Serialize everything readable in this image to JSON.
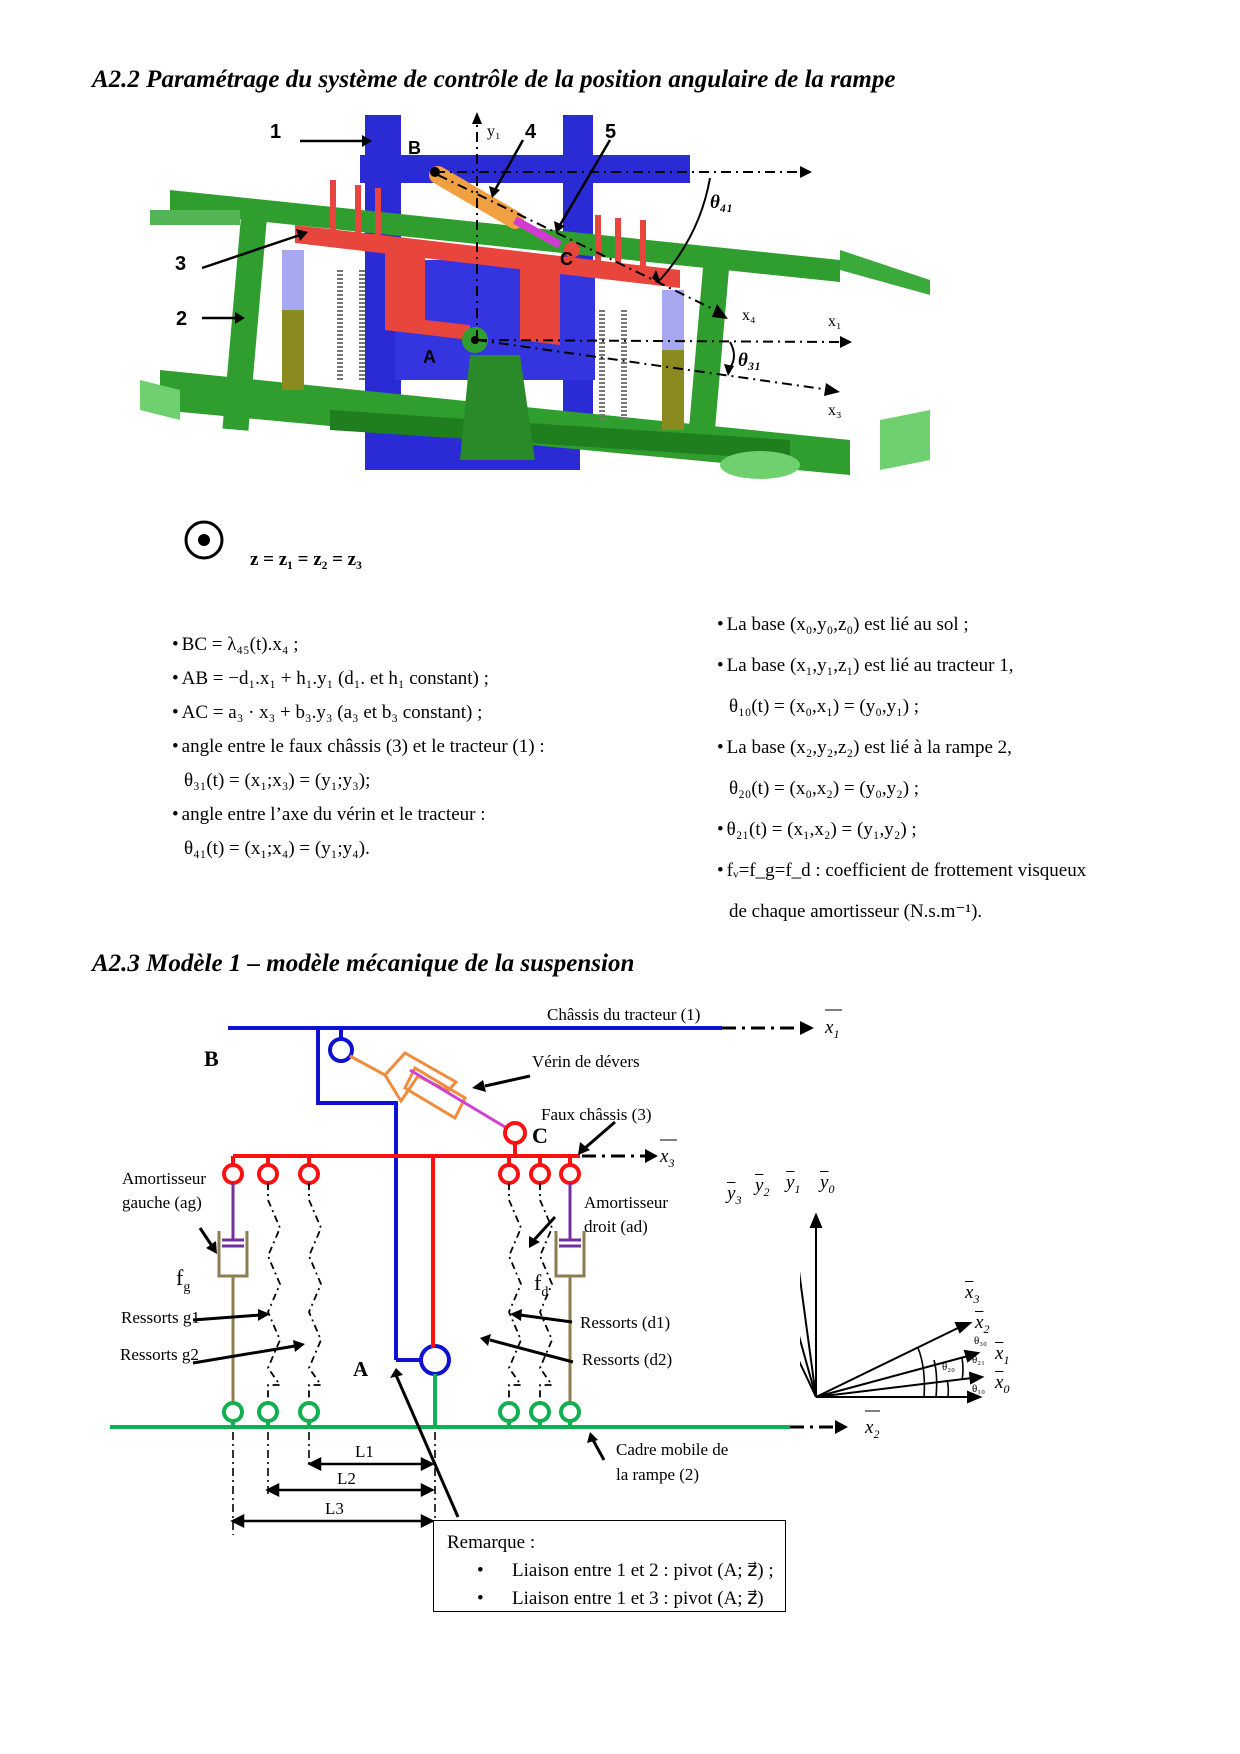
{
  "section_a22": {
    "title": "A2.2 Paramétrage du système de contrôle de la position angulaire de la rampe",
    "figure": {
      "part_labels": [
        "1",
        "2",
        "3",
        "4",
        "5"
      ],
      "point_labels": {
        "A": "A",
        "B": "B",
        "C": "C"
      },
      "axis_labels": {
        "y1": "y₁",
        "x1": "x₁",
        "x3": "x₃",
        "x4": "x₄"
      },
      "angle_labels": {
        "theta41": "θ₄₁",
        "theta31": "θ₃₁"
      },
      "z_equation": "z = z₁ = z₂ = z₃",
      "z_symbol": "out-of-plane-axis-icon",
      "colors": {
        "tractor": "#2b2bd6",
        "frame": "#e8453c",
        "ramp": "#2f9e2f",
        "cylinder": "#f0a040",
        "rod": "#d23bd2",
        "shock_top": "#a8a8f0",
        "shock_bottom": "#8a8a20"
      }
    },
    "left_list": [
      {
        "text": "BC = λ₄₅(t).x₄ ;"
      },
      {
        "text": "AB = −d₁.x₁ + h₁.y₁  (d₁. et h₁ constant) ;"
      },
      {
        "text": "AC = a₃ · x₃ + b₃.y₃  (a₃ et b₃ constant) ;"
      },
      {
        "text": "angle entre le faux châssis (3) et le tracteur (1) :"
      },
      {
        "text": "θ₃₁(t) = (x₁;x₃) = (y₁;y₃);",
        "indent": true
      },
      {
        "text": "angle entre l’axe du vérin et le tracteur :"
      },
      {
        "text": "θ₄₁(t) = (x₁;x₄) = (y₁;y₄).",
        "indent": true
      }
    ],
    "right_list": [
      {
        "text": "La base (x₀,y₀,z₀) est lié au sol ;"
      },
      {
        "text": "La base (x₁,y₁,z₁) est lié au tracteur 1,"
      },
      {
        "text": "θ₁₀(t) = (x₀,x₁) = (y₀,y₁) ;",
        "indent": true
      },
      {
        "text": "La base (x₂,y₂,z₂) est lié à la rampe 2,"
      },
      {
        "text": "θ₂₀(t) = (x₀,x₂) = (y₀,y₂) ;",
        "indent": true
      },
      {
        "text": "θ₂₁(t) = (x₁,x₂) = (y₁,y₂) ;"
      },
      {
        "text": "fᵥ=f_g=f_d : coefficient de frottement visqueux"
      },
      {
        "text": "de chaque amortisseur (N.s.m⁻¹).",
        "indent": true
      }
    ]
  },
  "section_a23": {
    "title": "A2.3 Modèle 1 – modèle mécanique de la suspension",
    "diagram": {
      "labels": {
        "chassis": "Châssis du tracteur (1)",
        "verin": "Vérin de dévers",
        "faux_chassis": "Faux châssis (3)",
        "amort_gauche_1": "Amortisseur",
        "amort_gauche_2": "gauche (ag)",
        "amort_droit_1": "Amortisseur",
        "amort_droit_2": "droit (ad)",
        "fg": "f",
        "fg_sub": "g",
        "fd": "f",
        "fd_sub": "d",
        "ressorts_g1": "Ressorts g1",
        "ressorts_g2": "Ressorts g2",
        "ressorts_d1": "Ressorts (d1)",
        "ressorts_d2": "Ressorts (d2)",
        "cadre_1": "Cadre mobile de",
        "cadre_2": "la rampe (2)",
        "B": "B",
        "C": "C",
        "A": "A",
        "x1": "x",
        "x1_sub": "1",
        "x3": "x",
        "x3_sub": "3",
        "x2": "x",
        "x2_sub": "2",
        "L1": "L1",
        "L2": "L2",
        "L3": "L3"
      },
      "colors": {
        "chassis": "#1010d0",
        "faux_chassis": "#ff1010",
        "ramp": "#10b050",
        "verin_body": "#f08c3c",
        "verin_rod": "#d040d0",
        "damper_rod": "#7030a0",
        "damper_body": "#8c7c50"
      }
    },
    "bases_figure": {
      "y_labels": [
        {
          "t": "y",
          "s": "3"
        },
        {
          "t": "y",
          "s": "2"
        },
        {
          "t": "y",
          "s": "1"
        },
        {
          "t": "y",
          "s": "0"
        }
      ],
      "x_labels": [
        {
          "t": "x",
          "s": "3"
        },
        {
          "t": "x",
          "s": "2"
        },
        {
          "t": "x",
          "s": "1"
        },
        {
          "t": "x",
          "s": "0"
        }
      ],
      "angles": [
        "θ₃₀",
        "θ₂₀",
        "θ₂₁",
        "θ₁₀"
      ]
    },
    "remark": {
      "title": "Remarque :",
      "items": [
        "Liaison entre 1 et 2 : pivot (A; z⃗) ;",
        "Liaison entre 1 et 3 : pivot (A; z⃗)"
      ]
    }
  }
}
